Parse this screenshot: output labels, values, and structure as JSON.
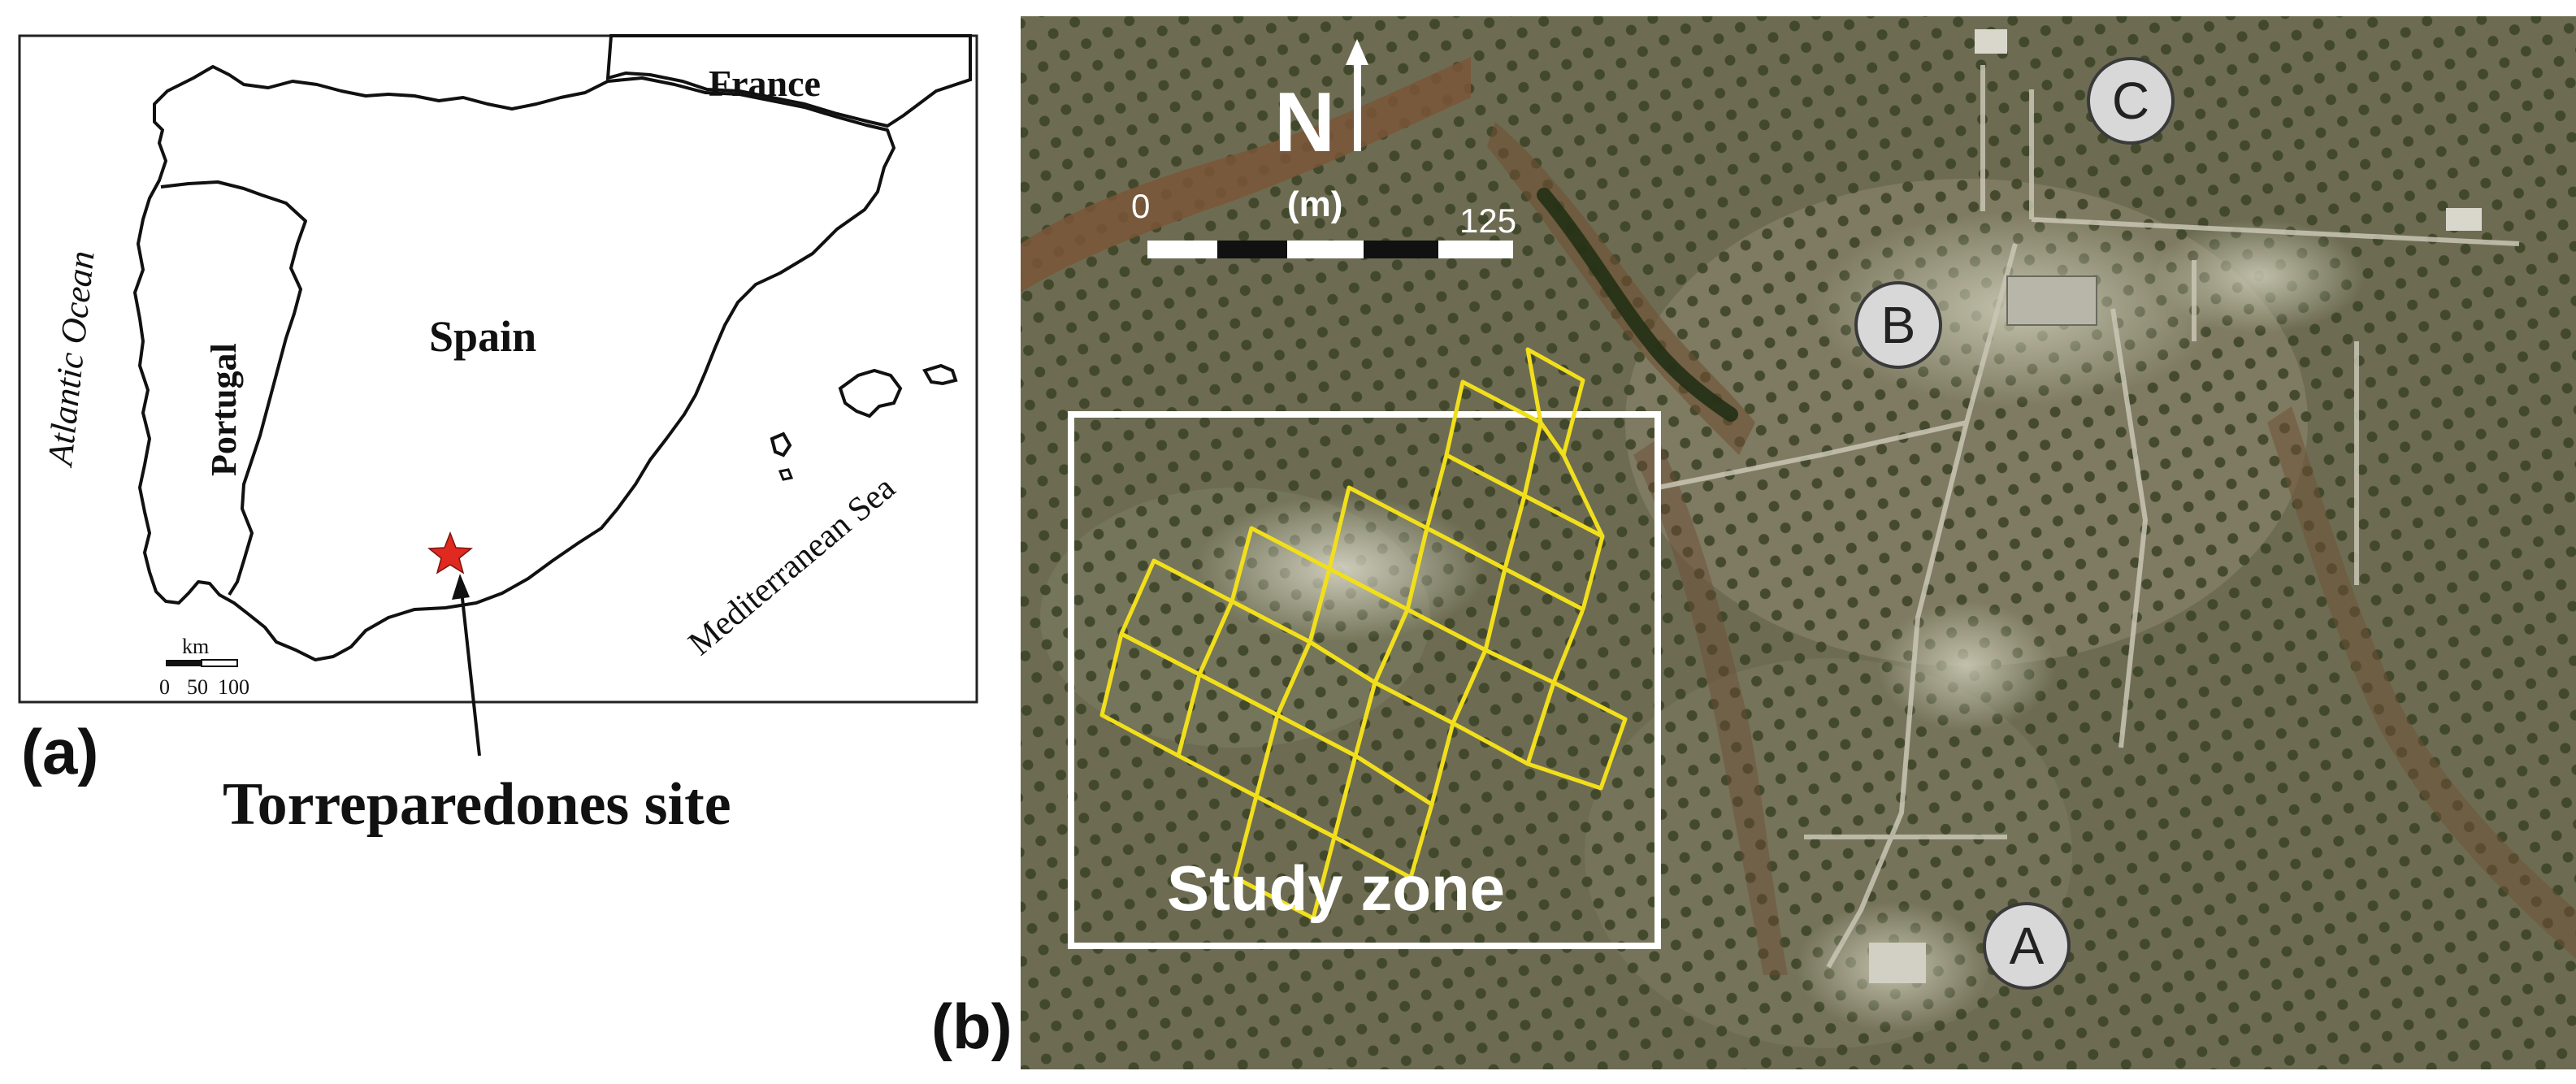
{
  "panel_a": {
    "label": "(a)",
    "countries": {
      "france": "France",
      "spain": "Spain",
      "portugal": "Portugal"
    },
    "seas": {
      "atlantic": "Atlantic Ocean",
      "mediterranean": "Mediterranean Sea"
    },
    "scale_bar": {
      "unit": "km",
      "ticks": [
        "0",
        "50",
        "100"
      ]
    },
    "site_marker_icon": "red-star-icon",
    "site_marker_color": "#e0291f",
    "site_label": "Torreparedones site"
  },
  "panel_b": {
    "label": "(b)",
    "north_label": "N",
    "north_icon": "north-arrow-icon",
    "scale_bar": {
      "start": "0",
      "end": "125",
      "unit": "(m)"
    },
    "study_zone_label": "Study zone",
    "grid_color": "#f2df1c",
    "points": [
      {
        "id": "a",
        "label": "A"
      },
      {
        "id": "b",
        "label": "B"
      },
      {
        "id": "c",
        "label": "C"
      }
    ]
  }
}
